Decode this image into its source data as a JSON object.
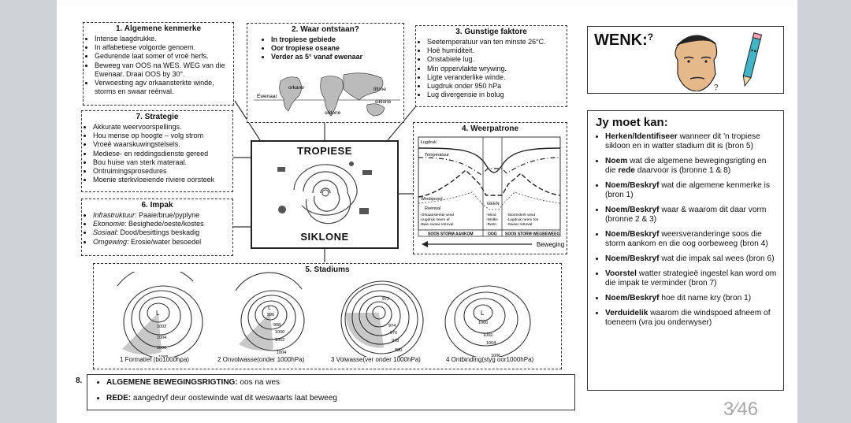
{
  "box1": {
    "title": "1. Algemene kenmerke",
    "items": [
      "Intense laagdrukke.",
      "In alfabetiese volgorde genoem.",
      "Gedurende laat somer of vroë herfs.",
      "Beweeg van OOS na WES. WEG van die Ewenaar. Draai OOS by 30°.",
      "Verwoesting agv orkaansterkte winde, storms en swaar reënval."
    ]
  },
  "box2": {
    "title": "2. Waar ontstaan?",
    "items": [
      "In tropiese gebiede",
      "Oor tropiese oseane",
      "Verder as 5° vanaf ewenaar"
    ],
    "map_labels": {
      "ewenaar": "Ewenaar",
      "orkane": "orkane",
      "tifone": "tifone",
      "siklone1": "siklone",
      "siklone2": "siklone"
    }
  },
  "box3": {
    "title": "3. Gunstige faktore",
    "items": [
      "Seetemperatuur van ten minste 26°C.",
      "Hoë humiditeit.",
      "Onstabiele lug.",
      "Min oppervlakte wrywing.",
      "Ligte veranderlike winde.",
      "Lugdruk onder 950 hPa",
      "Lug divergensie in bolug"
    ]
  },
  "box7": {
    "title": "7. Strategie",
    "items": [
      "Akkurate weervoorspellings.",
      "Hou mense op hoogte – volg strom",
      "Vroeë waarskuwingstelsels.",
      "Mediese- en reddingsdienste  gereed",
      "Bou huise van sterk materaal.",
      "Ontruimingsprosedures",
      "Moenie sterkvloeiende riviere oorsteek"
    ]
  },
  "box6": {
    "title": "6. Impak",
    "items": [
      {
        "k": "Infrastruktuur",
        "v": ": Paaie/brue/pyplyne"
      },
      {
        "k": "Ekonomie",
        "v": ": Besighede/oeste/kostes"
      },
      {
        "k": "Sosiaal",
        "v": ": Dood/besittings beskadig"
      },
      {
        "k": "Omgewing",
        "v": ": Erosie/water besoedel"
      }
    ]
  },
  "center": {
    "title_top": "TROPIESE",
    "title_bottom": "SIKLONE"
  },
  "box4": {
    "title": "4. Weerpatrone",
    "labels": {
      "lugdruk": "Lugdruk",
      "temperatuur": "Temperatuur",
      "windspoed": "Windspoed",
      "reenval": "Reënval",
      "geen": "GEEN"
    },
    "left_notes": [
      "-Orkaansterkte wind",
      "-Lugdruk neem af",
      "-Baie swaar reënval"
    ],
    "mid_notes": [
      "-Wind",
      "-Wolke",
      "-Reën"
    ],
    "right_notes": [
      "-Stormsterk wind",
      "-Lugdruk neem toe",
      "-Swaar reënval"
    ],
    "bar": [
      "SOOS STORM AANKOM",
      "OOG",
      "SOOS STORM WEGBEWEEG"
    ],
    "beweging": "Beweging"
  },
  "box5": {
    "title": "5. Stadiums",
    "stages": [
      {
        "caption": "1 Formatief (bo1000hpa)",
        "low": "L",
        "isobars": [
          "1002",
          "1004",
          "1006",
          "1008"
        ]
      },
      {
        "caption": "2 Onvolwasse(onder 1000hPa)",
        "low": "L",
        "isobars": [
          "996",
          "998",
          "1000",
          "1002",
          "1004"
        ]
      },
      {
        "caption": "3 Volwasse(ver onder 1000hPa)",
        "low": "",
        "isobars": [
          "972",
          "974",
          "976",
          "978",
          "980"
        ]
      },
      {
        "caption": "4 Ontbinding(styg oor1000hPa)",
        "low": "L",
        "isobars": [
          "1000",
          "1002",
          "1004",
          "1006"
        ]
      }
    ]
  },
  "wenk": {
    "title": "WENK:",
    "mark": "?"
  },
  "jy": {
    "title": "Jy moet kan:",
    "items": [
      {
        "b": "Herken/Identifiseer",
        "t": " wanneer dit 'n tropiese sikloon en in watter stadium dit is (bron 5)"
      },
      {
        "b": "Noem",
        "t": " wat die algemene bewegingsrigting en die ",
        "b2": "rede",
        "t2": " daarvoor is (bronne 1 & 8)"
      },
      {
        "b": "Noem/Beskryf",
        "t": " wat die algemene kenmerke is (bron 1)"
      },
      {
        "b": "Noem/Beskryf",
        "t": " waar & waarom dit daar vorm (bronne 2 & 3)"
      },
      {
        "b": "Noem/Beskryf",
        "t": " weersveranderinge soos die storm aankom en die oog oorbeweeg (bron 4)"
      },
      {
        "b": "Noem/Beskryf",
        "t": " wat die impak sal wees (bron 6)"
      },
      {
        "b": "Voorstel",
        "t": " watter strategieë ingestel kan word om die impak te verminder  (bron 7)"
      },
      {
        "b": "Noem/Beskryf",
        "t": " hoe dit name kry (bron 1)"
      },
      {
        "b": "Verduidelik",
        "t": " waarom die windspoed afneem of toeneem (vra jou onderwyser)"
      }
    ]
  },
  "summary": {
    "number": "8.",
    "row1_label": "ALGEMENE BEWEGINGSRIGTING:",
    "row1_text": " oos na wes",
    "row2_label": "REDE:",
    "row2_text": " aangedryf deur oostewinde wat dit weswaarts laat beweeg"
  },
  "page_number": "3⁄46"
}
